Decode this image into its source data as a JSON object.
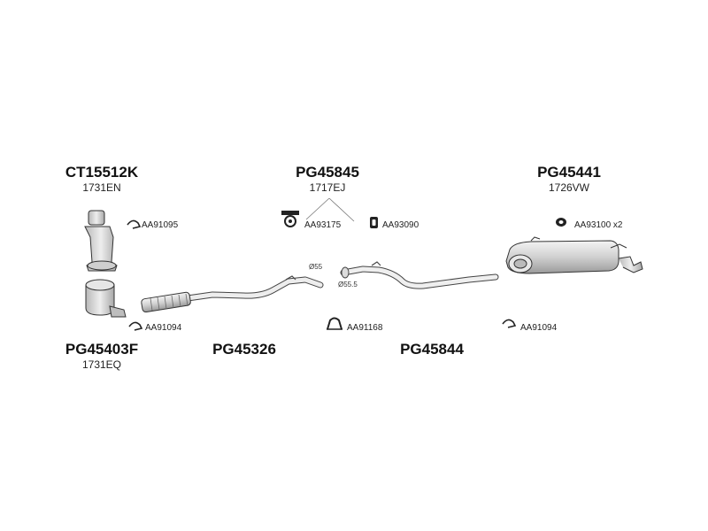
{
  "parts": {
    "catalyst": {
      "code": "CT15512K",
      "oe": "1731EN"
    },
    "fap": {
      "code": "PG45403F",
      "oe": "1731EQ"
    },
    "front_pipe": {
      "code": "PG45326"
    },
    "mounting_kit": {
      "code": "PG45845",
      "oe": "1717EJ"
    },
    "middle_pipe": {
      "code": "PG45844"
    },
    "rear_silencer": {
      "code": "PG45441",
      "oe": "1726VW"
    }
  },
  "accessories": {
    "clamp_cat": "AA91095",
    "clamp_fap": "AA91094",
    "hanger_kit": "AA93175",
    "rubber_mount": "AA93090",
    "rubber_ring": "AA93100 x2",
    "clamp_middle": "AA91168",
    "clamp_rear": "AA91094"
  },
  "dimensions": {
    "front_outlet": "Ø55",
    "middle_inlet": "Ø55.5"
  },
  "icons": {
    "clamp": "clamp-icon",
    "hanger": "hanger-icon",
    "rubber_mount": "rubber-mount-icon",
    "ring": "rubber-ring-icon"
  }
}
